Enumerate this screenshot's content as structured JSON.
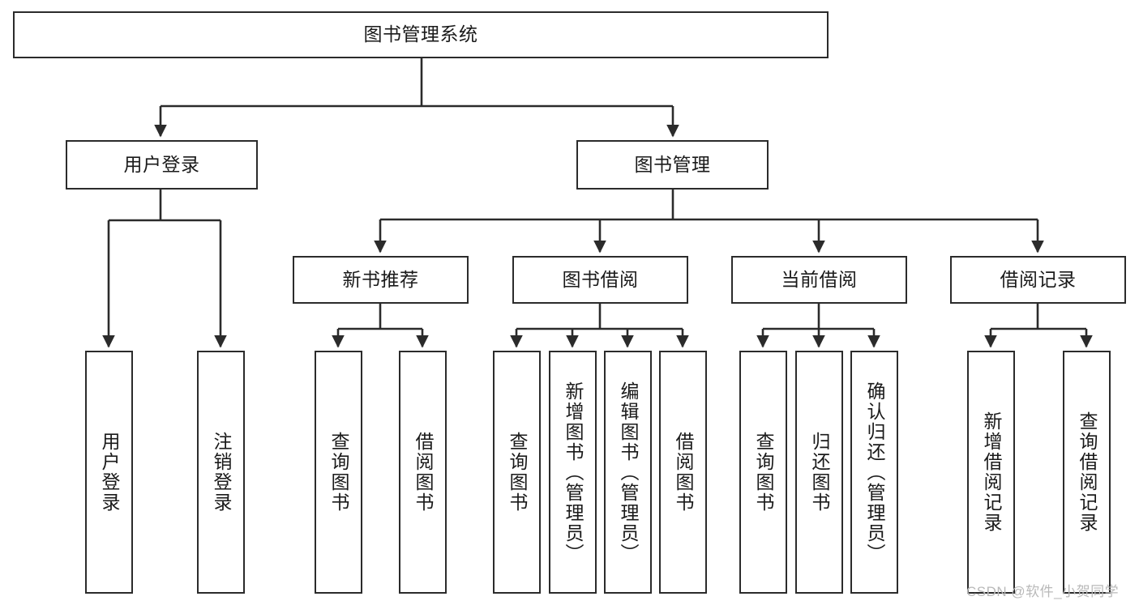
{
  "diagram": {
    "title": "图书管理系统",
    "type": "tree-structure-chart",
    "colors": {
      "box_border": "#2b2b2b",
      "box_fill": "#ffffff",
      "edge": "#2b2b2b",
      "text": "#1a1a1a",
      "watermark": "#b9b9b9"
    },
    "nodes": {
      "root": {
        "label": "图书管理系统",
        "orientation": "horizontal"
      },
      "level2": [
        {
          "label": "用户登录",
          "orientation": "horizontal"
        },
        {
          "label": "图书管理",
          "orientation": "horizontal"
        }
      ],
      "level3": [
        {
          "label": "新书推荐",
          "orientation": "horizontal"
        },
        {
          "label": "图书借阅",
          "orientation": "horizontal"
        },
        {
          "label": "当前借阅",
          "orientation": "horizontal"
        },
        {
          "label": "借阅记录",
          "orientation": "horizontal"
        }
      ],
      "leaves": {
        "user_login": [
          {
            "label": "用户登录",
            "orientation": "vertical"
          },
          {
            "label": "注销登录",
            "orientation": "vertical"
          }
        ],
        "new_book_recommend": [
          {
            "label": "查询图书",
            "orientation": "vertical"
          },
          {
            "label": "借阅图书",
            "orientation": "vertical"
          }
        ],
        "book_borrow": [
          {
            "label": "查询图书",
            "orientation": "vertical"
          },
          {
            "label": "新增图书（管理员）",
            "orientation": "vertical"
          },
          {
            "label": "编辑图书（管理员）",
            "orientation": "vertical"
          },
          {
            "label": "借阅图书",
            "orientation": "vertical"
          }
        ],
        "current_borrow": [
          {
            "label": "查询图书",
            "orientation": "vertical"
          },
          {
            "label": "归还图书",
            "orientation": "vertical"
          },
          {
            "label": "确认归还（管理员）",
            "orientation": "vertical"
          }
        ],
        "borrow_record": [
          {
            "label": "新增借阅记录",
            "orientation": "vertical"
          },
          {
            "label": "查询借阅记录",
            "orientation": "vertical"
          }
        ]
      }
    },
    "watermark": "CSDN @软件_小贺同学"
  }
}
